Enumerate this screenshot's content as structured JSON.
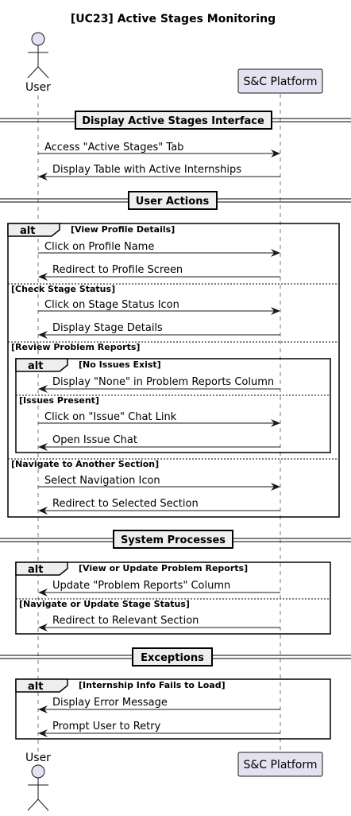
{
  "diagram": {
    "title": "[UC23] Active Stages Monitoring",
    "participants": {
      "user": "User",
      "platform": "S&C Platform"
    },
    "sections": [
      {
        "label": "Display Active Stages Interface"
      },
      {
        "label": "User Actions"
      },
      {
        "label": "System Processes"
      },
      {
        "label": "Exceptions"
      }
    ],
    "messages": [
      {
        "text": "Access \"Active Stages\" Tab",
        "from": "user",
        "to": "platform"
      },
      {
        "text": "Display Table with Active Internships",
        "from": "platform",
        "to": "user"
      },
      {
        "text": "Click on Profile Name",
        "from": "user",
        "to": "platform"
      },
      {
        "text": "Redirect to Profile Screen",
        "from": "platform",
        "to": "user"
      },
      {
        "text": "Click on Stage Status Icon",
        "from": "user",
        "to": "platform"
      },
      {
        "text": "Display Stage Details",
        "from": "platform",
        "to": "user"
      },
      {
        "text": "Display \"None\" in Problem Reports Column",
        "from": "platform",
        "to": "user"
      },
      {
        "text": "Click on \"Issue\" Chat Link",
        "from": "user",
        "to": "platform"
      },
      {
        "text": "Open Issue Chat",
        "from": "platform",
        "to": "user"
      },
      {
        "text": "Select Navigation Icon",
        "from": "user",
        "to": "platform"
      },
      {
        "text": "Redirect to Selected Section",
        "from": "platform",
        "to": "user"
      },
      {
        "text": "Update \"Problem Reports\" Column",
        "from": "platform",
        "to": "user"
      },
      {
        "text": "Redirect to Relevant Section",
        "from": "platform",
        "to": "user"
      },
      {
        "text": "Display Error Message",
        "from": "platform",
        "to": "user"
      },
      {
        "text": "Prompt User to Retry",
        "from": "platform",
        "to": "user"
      }
    ],
    "frames": [
      {
        "op": "alt",
        "guard": "[View Profile Details]",
        "else_guards": [
          "[Check Stage Status]",
          "[Review Problem Reports]",
          "[Navigate to Another Section]"
        ]
      },
      {
        "op": "alt",
        "guard": "[No Issues Exist]",
        "else_guards": [
          "[Issues Present]"
        ]
      },
      {
        "op": "alt",
        "guard": "[View or Update Problem Reports]",
        "else_guards": [
          "[Navigate or Update Stage Status]"
        ]
      },
      {
        "op": "alt",
        "guard": "[Internship Info Fails to Load]",
        "else_guards": []
      }
    ]
  }
}
